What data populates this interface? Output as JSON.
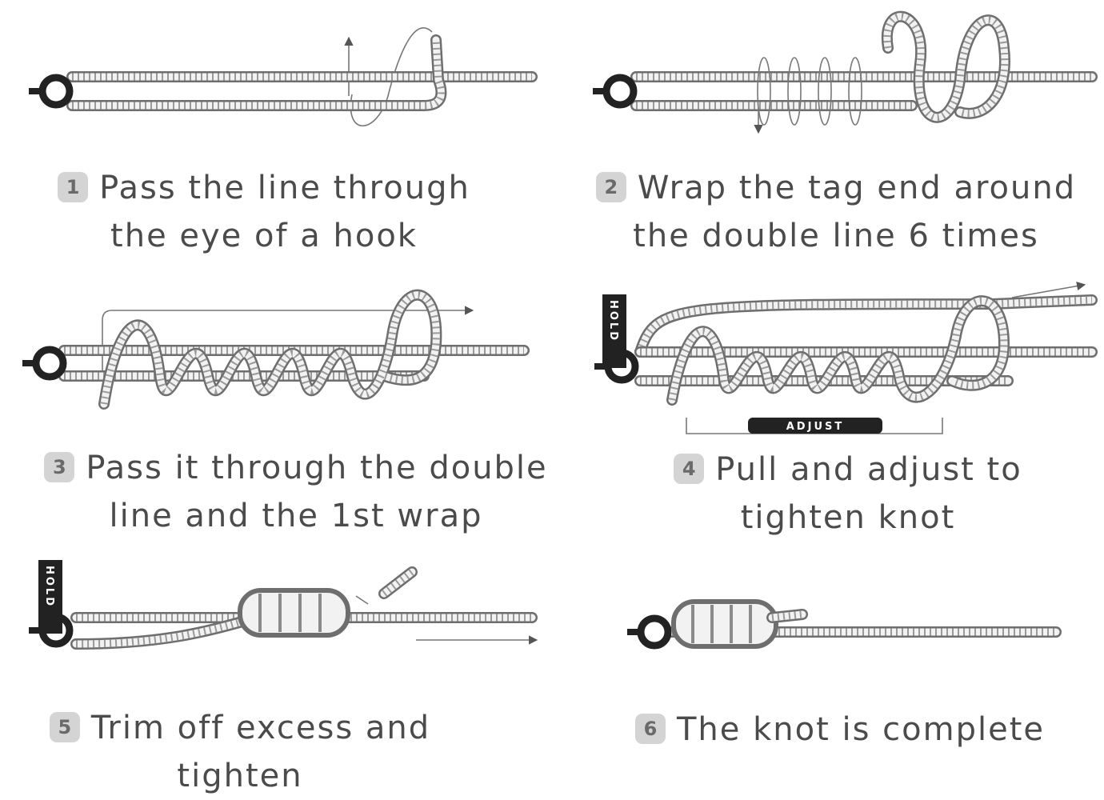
{
  "steps": [
    {
      "number": "1",
      "line1": "Pass the line through",
      "line2": "the eye of a hook"
    },
    {
      "number": "2",
      "line1": "Wrap the tag end around",
      "line2": "the double line 6 times"
    },
    {
      "number": "3",
      "line1": "Pass it through the double",
      "line2": "line and the 1st wrap"
    },
    {
      "number": "4",
      "line1": "Pull and adjust to",
      "line2": "tighten knot"
    },
    {
      "number": "5",
      "line1": "Trim off excess and",
      "line2": "tighten"
    },
    {
      "number": "6",
      "line1": "The knot is complete",
      "line2": ""
    }
  ],
  "labels": {
    "hold": "HOLD",
    "adjust": "ADJUST"
  }
}
